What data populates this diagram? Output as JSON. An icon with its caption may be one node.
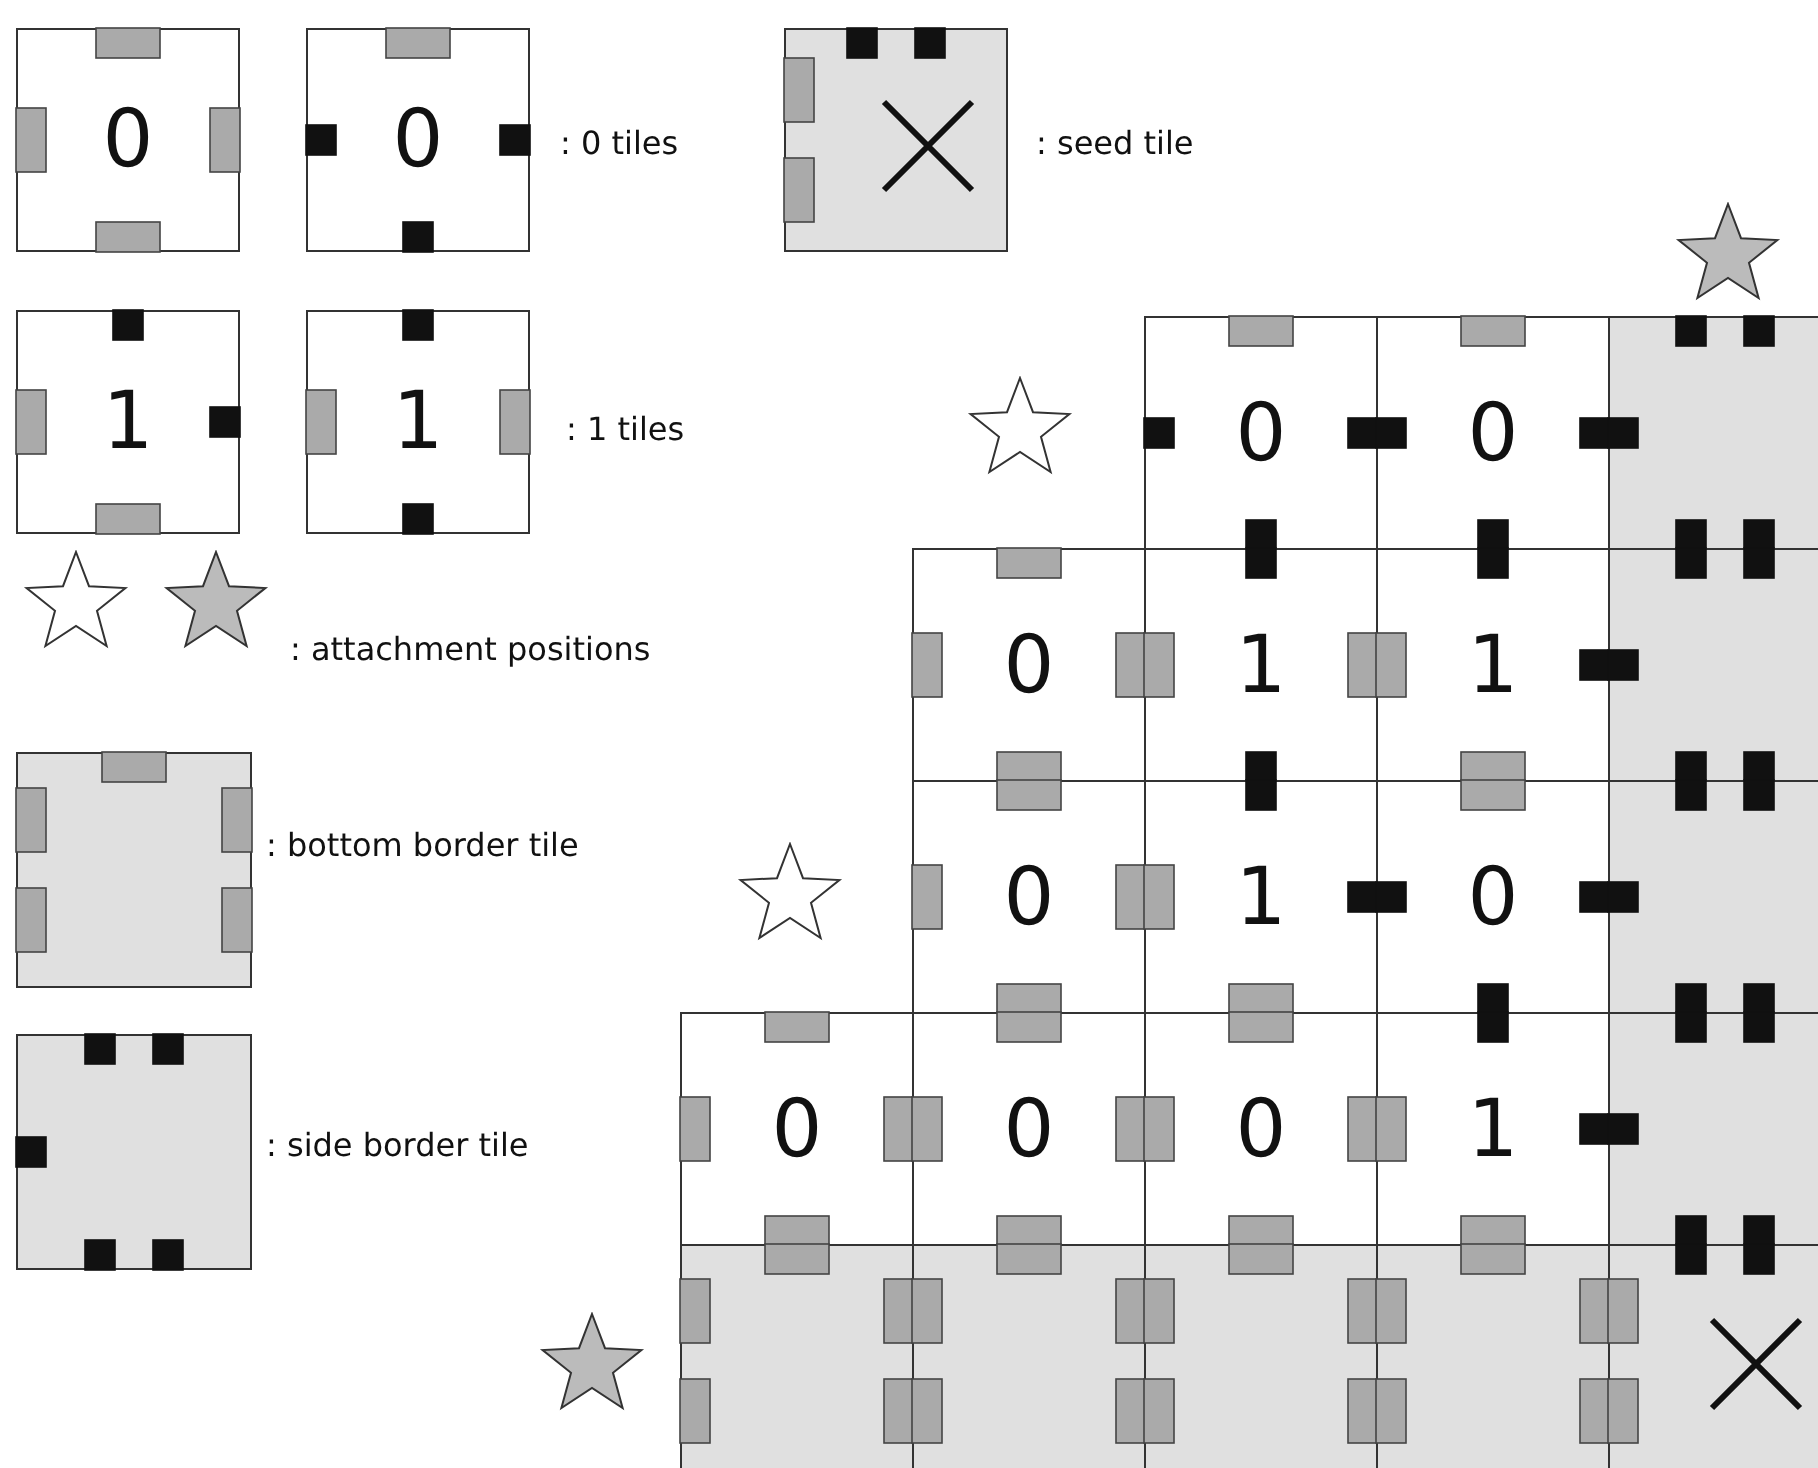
{
  "diagram": {
    "nodes": [
      {
        "text": [
          "0"
        ]
      },
      {
        "text": [
          "0"
        ]
      },
      {
        "text": [],
        "shape": "box"
      },
      {
        "text": [
          "1"
        ]
      },
      {
        "text": [
          "1"
        ]
      },
      {
        "text": [],
        "shape": "box"
      },
      {
        "text": [],
        "shape": "box"
      },
      {
        "text": [
          "0"
        ]
      },
      {
        "text": [
          "0"
        ]
      },
      {
        "text": [],
        "shape": "box"
      },
      {
        "text": [
          "0"
        ]
      },
      {
        "text": [
          "1"
        ]
      },
      {
        "text": [
          "1"
        ]
      },
      {
        "text": [],
        "shape": "box"
      },
      {
        "text": [
          "0"
        ]
      },
      {
        "text": [
          "1"
        ]
      },
      {
        "text": [
          "0"
        ]
      },
      {
        "text": [],
        "shape": "box"
      },
      {
        "text": [
          "0"
        ]
      },
      {
        "text": [
          "0"
        ]
      },
      {
        "text": [
          "0"
        ]
      },
      {
        "text": [
          "1"
        ]
      },
      {
        "text": [],
        "shape": "box"
      },
      {
        "text": [],
        "shape": "box"
      },
      {
        "text": [],
        "shape": "box"
      },
      {
        "text": [],
        "shape": "box"
      },
      {
        "text": [],
        "shape": "box"
      },
      {
        "text": [],
        "shape": "box"
      }
    ],
    "edges": [],
    "legend": [
      {
        "text": ": 0 tiles"
      },
      {
        "text": ": seed tile"
      },
      {
        "text": ": 1 tiles"
      },
      {
        "text": ": attachment positions"
      },
      {
        "text": ": bottom border tile"
      },
      {
        "text": ": side border tile"
      }
    ]
  }
}
